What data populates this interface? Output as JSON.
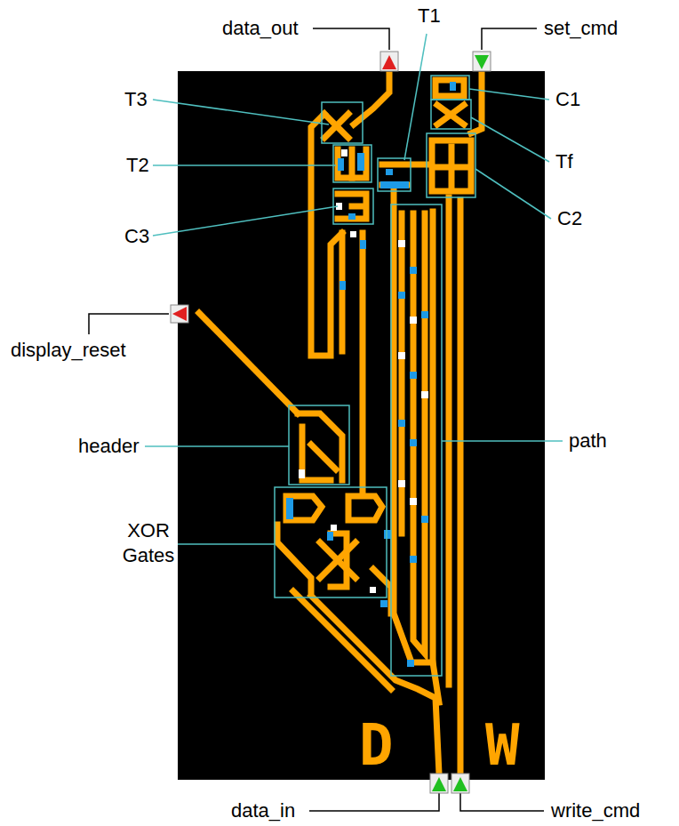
{
  "diagram": {
    "labels": [
      "data_out",
      "T1",
      "set_cmd",
      "T3",
      "C1",
      "T2",
      "Tf",
      "C2",
      "C3",
      "display_reset",
      "header",
      "path",
      "XOR Gates",
      "data_in",
      "write_cmd",
      "D",
      "W"
    ]
  }
}
